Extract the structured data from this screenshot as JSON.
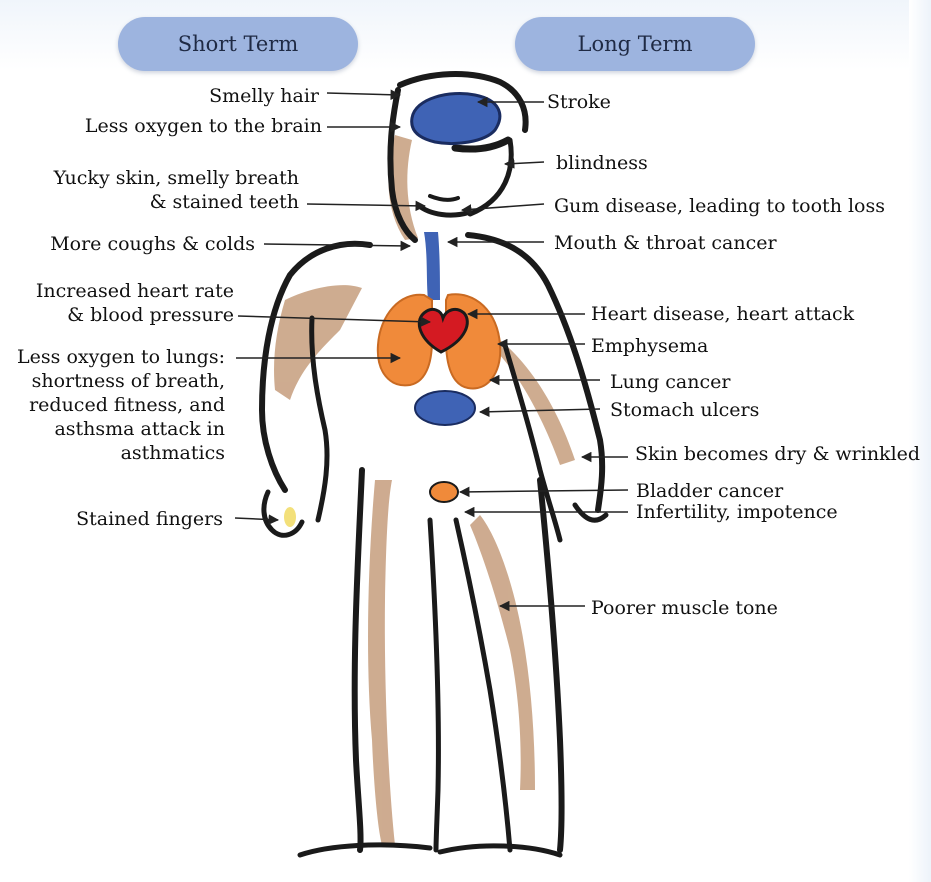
{
  "headers": {
    "short_term": "Short Term",
    "long_term": "Long Term"
  },
  "short_term_labels": {
    "smelly_hair": "Smelly hair",
    "less_oxygen_brain": "Less oxygen to the brain",
    "yucky_skin": "Yucky skin, smelly breath\n& stained teeth",
    "coughs_colds": "More coughs & colds",
    "heart_rate": "Increased heart rate\n& blood pressure",
    "less_oxygen_lungs": "Less oxygen to lungs:\nshortness of breath,\nreduced fitness, and\nasthsma attack in\nasthmatics",
    "stained_fingers": "Stained fingers"
  },
  "long_term_labels": {
    "stroke": "Stroke",
    "blindness": "blindness",
    "gum_disease": "Gum disease, leading to tooth loss",
    "mouth_throat_cancer": "Mouth & throat cancer",
    "heart_disease": "Heart disease, heart attack",
    "emphysema": "Emphysema",
    "lung_cancer": "Lung cancer",
    "stomach_ulcers": "Stomach ulcers",
    "skin_dry": "Skin becomes dry & wrinkled",
    "bladder_cancer": "Bladder cancer",
    "infertility": "Infertility, impotence",
    "muscle_tone": "Poorer muscle tone"
  },
  "colors": {
    "pill": "#9db4df",
    "skin": "#c9a384",
    "brain": "#3f63b5",
    "lungs": "#f08a3a",
    "heart": "#d41a22",
    "outline": "#1a1a1a"
  }
}
